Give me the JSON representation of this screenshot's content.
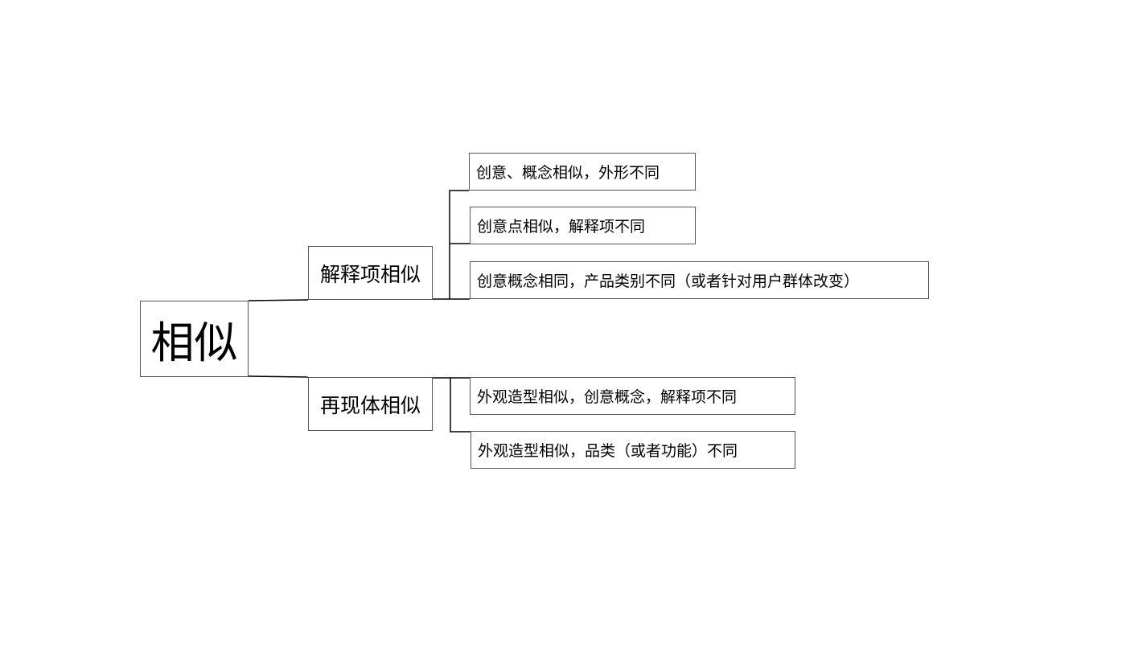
{
  "root": {
    "label": "相似"
  },
  "branches": [
    {
      "label": "解释项相似",
      "children": [
        "创意、概念相似，外形不同",
        "创意点相似，解释项不同",
        "创意概念相同，产品类别不同（或者针对用户群体改变）"
      ]
    },
    {
      "label": "再现体相似",
      "children": [
        "外观造型相似，创意概念，解释项不同",
        "外观造型相似，品类（或者功能）不同"
      ]
    }
  ]
}
